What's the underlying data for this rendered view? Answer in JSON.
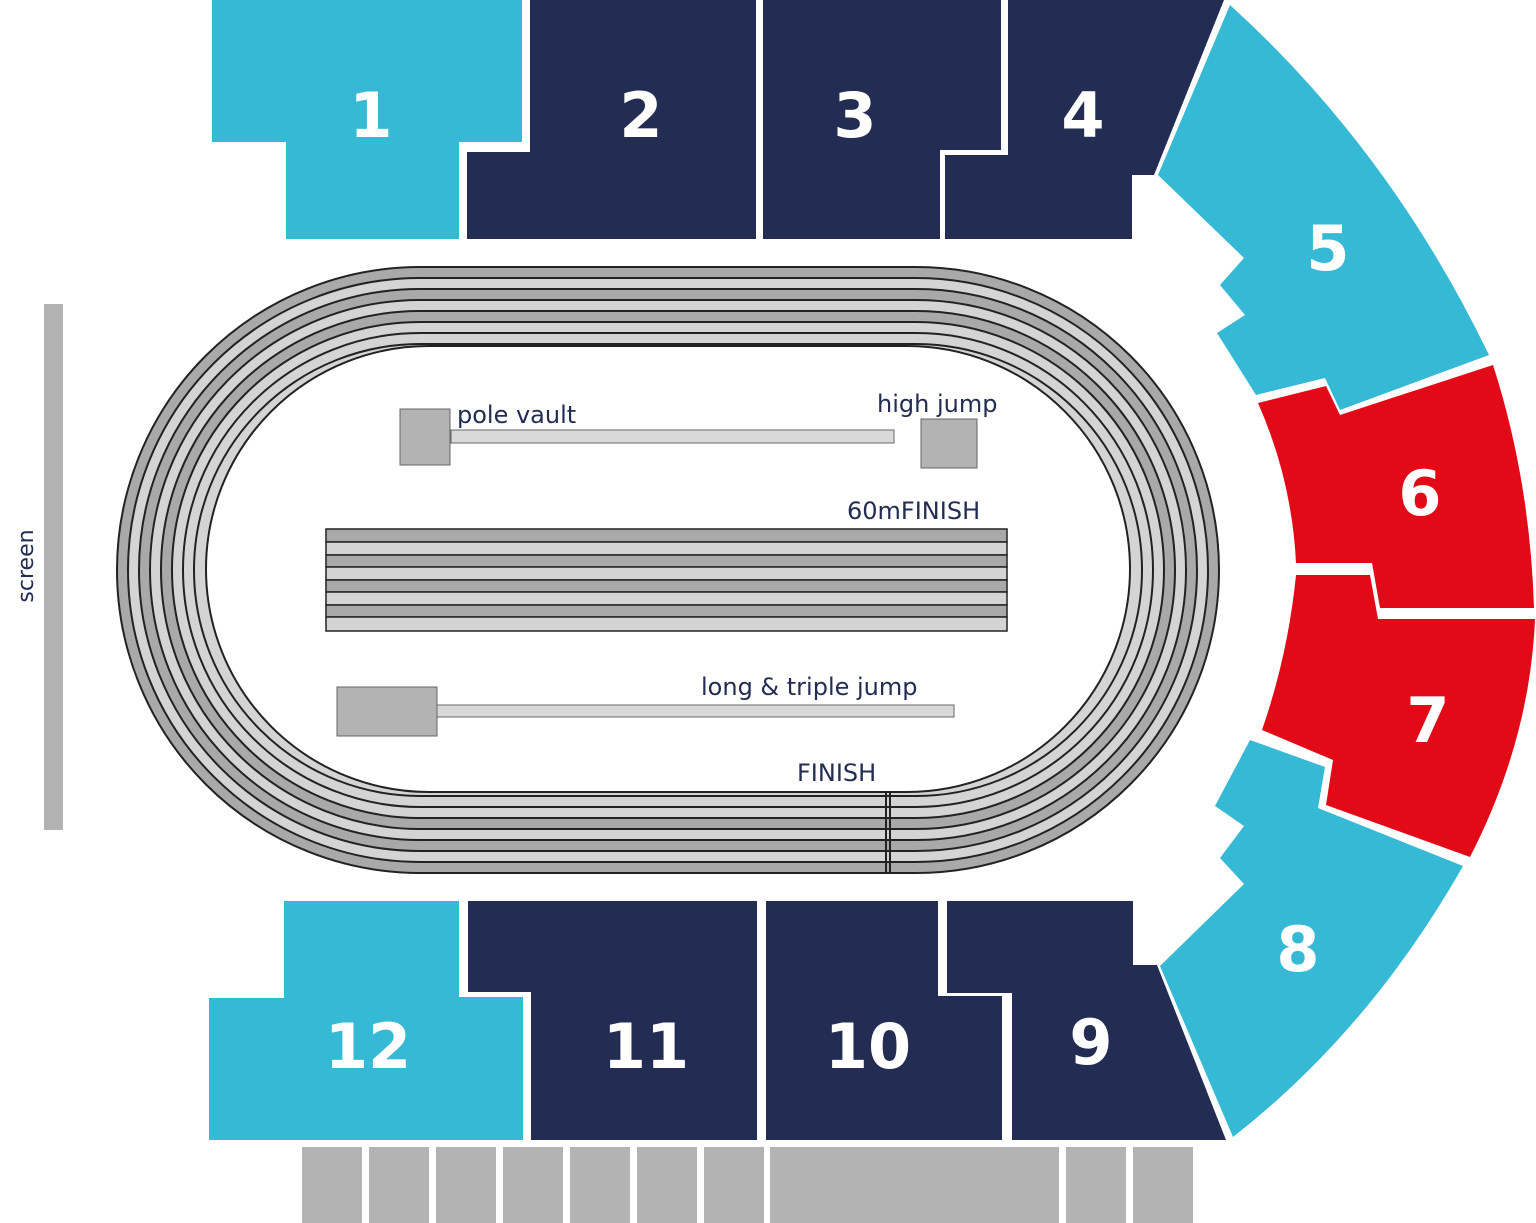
{
  "colors": {
    "light_blue": "#36b9d4",
    "navy": "#232c52",
    "red": "#e20a17",
    "grey": "#b3b3b3",
    "track_dark": "#a9a9a9",
    "track_light": "#d4d4d4",
    "label": "#232c52"
  },
  "sections": [
    {
      "id": "1",
      "label": "1",
      "color": "light_blue"
    },
    {
      "id": "2",
      "label": "2",
      "color": "navy"
    },
    {
      "id": "3",
      "label": "3",
      "color": "navy"
    },
    {
      "id": "4",
      "label": "4",
      "color": "navy"
    },
    {
      "id": "5",
      "label": "5",
      "color": "light_blue"
    },
    {
      "id": "6",
      "label": "6",
      "color": "red"
    },
    {
      "id": "7",
      "label": "7",
      "color": "red"
    },
    {
      "id": "8",
      "label": "8",
      "color": "light_blue"
    },
    {
      "id": "9",
      "label": "9",
      "color": "navy"
    },
    {
      "id": "10",
      "label": "10",
      "color": "navy"
    },
    {
      "id": "11",
      "label": "11",
      "color": "navy"
    },
    {
      "id": "12",
      "label": "12",
      "color": "light_blue"
    }
  ],
  "labels": {
    "screen": "screen",
    "pole_vault": "pole vault",
    "high_jump": "high jump",
    "sixty_m_finish": "60mFINISH",
    "long_triple_jump": "long & triple jump",
    "finish": "FINISH"
  }
}
